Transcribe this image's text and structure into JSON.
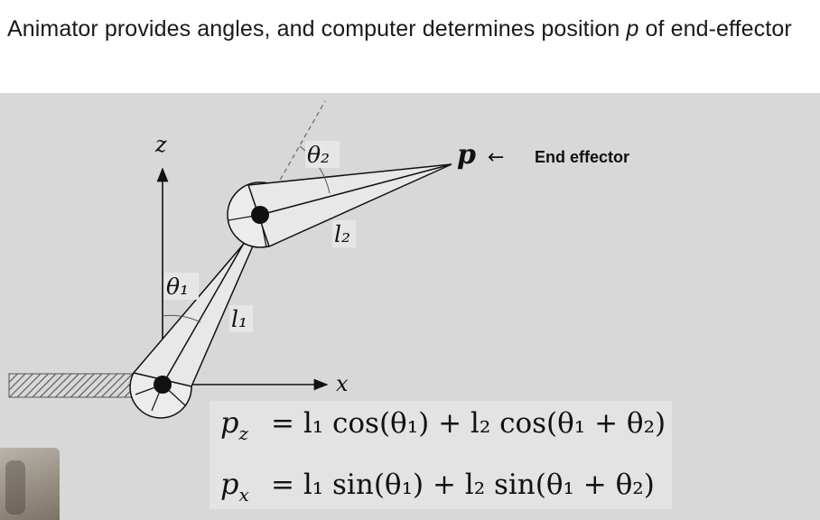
{
  "slide": {
    "title_prefix": "Animator provides angles, and computer determines position ",
    "title_var": "p",
    "title_suffix": " of end-effector"
  },
  "diagram": {
    "axis_z": "z",
    "axis_x": "x",
    "angle_1": "θ₁",
    "angle_2": "θ₂",
    "length_1": "l₁",
    "length_2": "l₂",
    "point_p": "p",
    "arrow": "←",
    "end_effector_label": "End effector"
  },
  "equations": {
    "pz_lhs": "p_z",
    "pz_rhs": "= l₁ cos(θ₁) + l₂ cos(θ₁ + θ₂)",
    "px_lhs": "p_x",
    "px_rhs": "= l₁ sin(θ₁) + l₂ sin(θ₁ + θ₂)"
  },
  "colors": {
    "panel_bg": "#d8d8d8",
    "ink": "#111111",
    "equation_bg": "#e3e3e3"
  }
}
